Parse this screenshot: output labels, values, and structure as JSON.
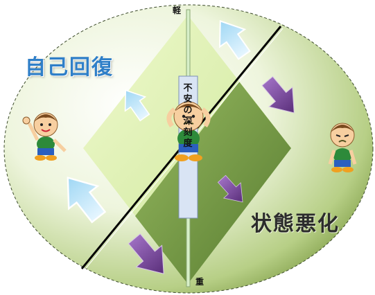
{
  "labels": {
    "recovery": "自己回復",
    "deterioration": "状態悪化",
    "axis_top": "軽",
    "axis_bottom": "重",
    "severity_chars": [
      "不",
      "安",
      "の",
      "深",
      "刻",
      "度"
    ]
  },
  "colors": {
    "ellipse_fill": "#e9f2d6",
    "ellipse_dark": "#7a9a3c",
    "diamond_light": "#d8efa8",
    "diamond_mid": "#9dc062",
    "diamond_dark": "#587d2c",
    "arrow_up": "#bfe6fa",
    "arrow_down": "#6b3d8c",
    "diagonal_line": "#000000"
  },
  "icons": [
    "boy-happy-icon",
    "boy-worried-icon",
    "boy-sad-icon"
  ]
}
